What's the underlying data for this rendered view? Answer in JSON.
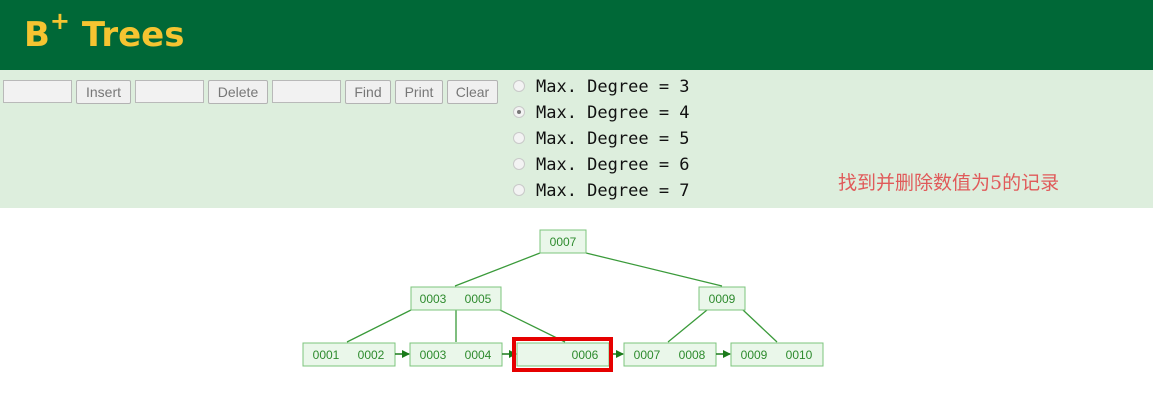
{
  "header": {
    "title_main": "B",
    "title_sup": "+",
    "title_rest": " Trees"
  },
  "controls": {
    "insert_input": "",
    "insert_label": "Insert",
    "delete_input": "",
    "delete_label": "Delete",
    "find_input": "",
    "find_label": "Find",
    "print_label": "Print",
    "clear_label": "Clear"
  },
  "degrees": [
    {
      "label": "Max. Degree = 3",
      "checked": false
    },
    {
      "label": "Max. Degree = 4",
      "checked": true
    },
    {
      "label": "Max. Degree = 5",
      "checked": false
    },
    {
      "label": "Max. Degree = 6",
      "checked": false
    },
    {
      "label": "Max. Degree = 7",
      "checked": false
    }
  ],
  "annotation": "找到并删除数值为5的记录",
  "colors": {
    "header_bg": "#006837",
    "title": "#f5c431",
    "controls_bg": "#ddeedd",
    "node_fill": "#eaf7ea",
    "node_border": "#7cc47c",
    "edge": "#3a9a3a",
    "leaf_link": "#1a7a1a",
    "highlight": "#e60000",
    "annotation": "#e05a5a"
  },
  "tree": {
    "root": {
      "keys": [
        "0007"
      ]
    },
    "level1": [
      {
        "keys": [
          "0003",
          "0005"
        ]
      },
      {
        "keys": [
          "0009"
        ]
      }
    ],
    "leaves": [
      {
        "keys": [
          "0001",
          "0002"
        ],
        "highlighted": false
      },
      {
        "keys": [
          "0003",
          "0004"
        ],
        "highlighted": false
      },
      {
        "keys": [
          "",
          "0006"
        ],
        "highlighted": true
      },
      {
        "keys": [
          "0007",
          "0008"
        ],
        "highlighted": false
      },
      {
        "keys": [
          "0009",
          "0010"
        ],
        "highlighted": false
      }
    ]
  }
}
